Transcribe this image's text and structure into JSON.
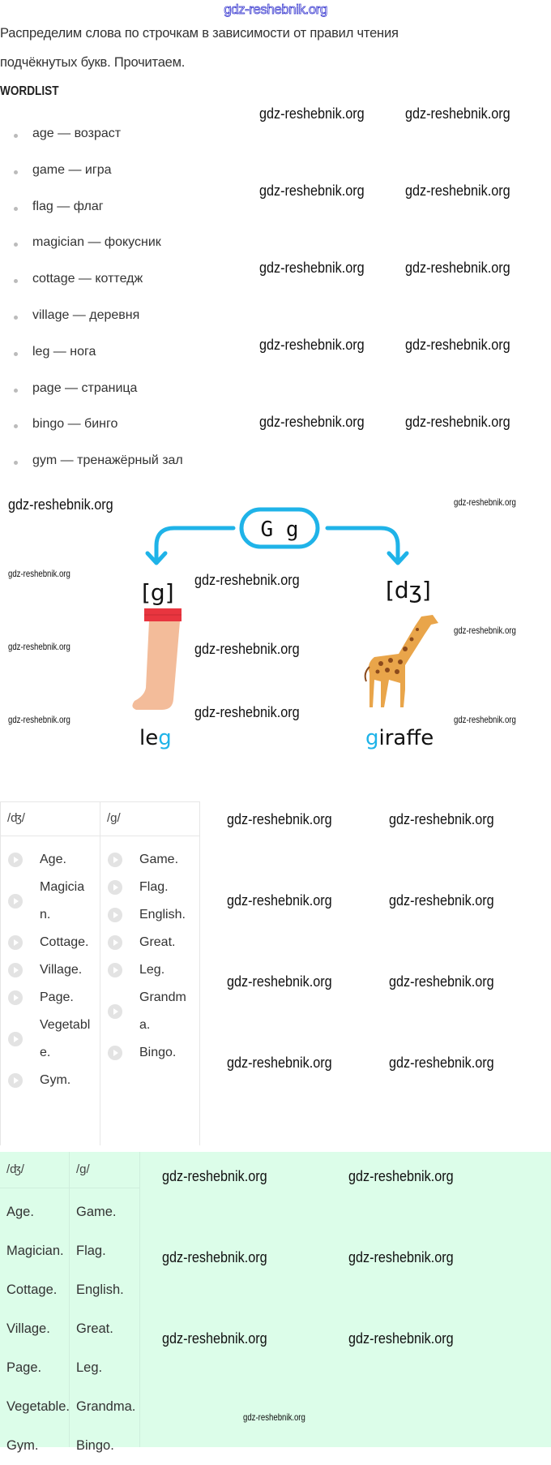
{
  "watermark": "gdz-reshebnik.org",
  "intro": {
    "line1": "Распределим слова по строчкам в зависимости от правил чтения",
    "line2": "подчёкнутых букв. Прочитаем."
  },
  "wordlist_title": "WORDLIST",
  "wordlist": [
    "age — возраст",
    "game — игра",
    "flag — флаг",
    "magician — фокусник",
    "cottage — коттедж",
    "village — деревня",
    "leg — нога",
    "page — страница",
    "bingo — бинго",
    "gym — тренажёрный зал"
  ],
  "diagram": {
    "letter": "G g",
    "left_sound": "[g]",
    "right_sound": "[dʒ]",
    "left_word_prefix": "le",
    "left_word_highlight": "g",
    "right_word_highlight": "g",
    "right_word_suffix": "iraffe",
    "accent": "#1fb3e8"
  },
  "table_audio": {
    "headers": [
      "/ʤ/",
      "/g/"
    ],
    "col1": [
      "Age.",
      "Magician.",
      "Cottage.",
      "Village.",
      "Page.",
      "Vegetable.",
      "Gym."
    ],
    "col2": [
      "Game.",
      "Flag.",
      "English.",
      "Great.",
      "Leg.",
      "Grandma.",
      "Bingo."
    ]
  },
  "table_answer": {
    "headers": [
      "/ʤ/",
      "/g/"
    ],
    "col1": [
      "Age.",
      "Magician.",
      "Cottage.",
      "Village.",
      "Page.",
      "Vegetable.",
      "Gym."
    ],
    "col2": [
      "Game.",
      "Flag.",
      "English.",
      "Great.",
      "Leg.",
      "Grandma.",
      "Bingo."
    ],
    "background": "#dcfde9"
  }
}
